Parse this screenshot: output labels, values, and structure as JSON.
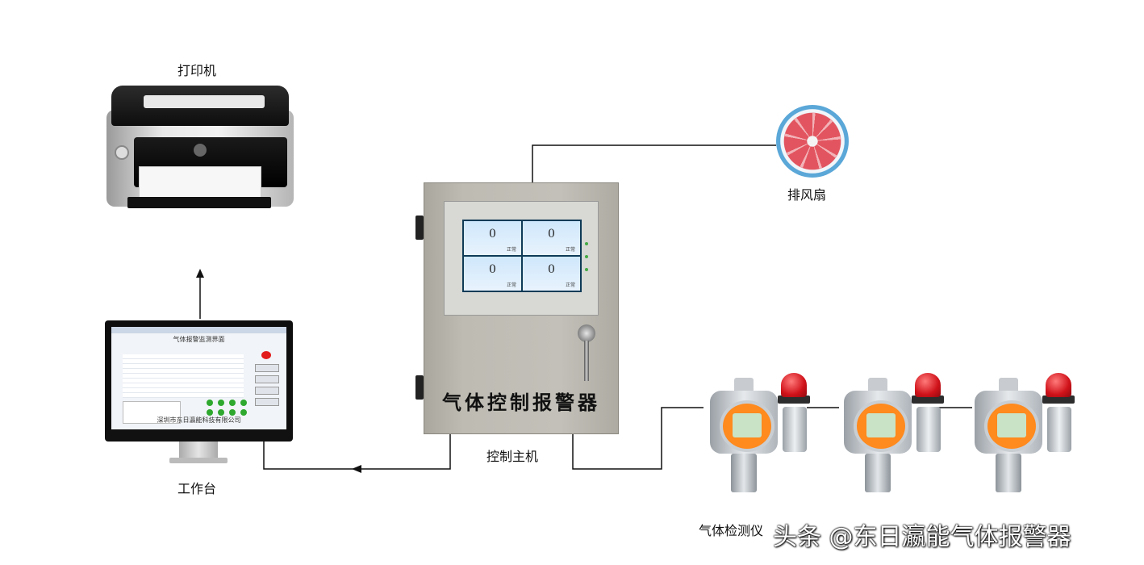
{
  "labels": {
    "printer": "打印机",
    "workstation": "工作台",
    "controller": "控制主机",
    "fan": "排风扇",
    "detector": "气体检测仪"
  },
  "cabinet": {
    "title": "气体控制报警器",
    "hmi_cells": [
      {
        "value": "0",
        "status": "正常"
      },
      {
        "value": "0",
        "status": "正常"
      },
      {
        "value": "0",
        "status": "正常"
      },
      {
        "value": "0",
        "status": "正常"
      }
    ]
  },
  "workstation_screen": {
    "title": "气体报警监测界面",
    "footer": "深圳市东日瀛能科技有限公司"
  },
  "watermark": "头条 @东日瀛能气体报警器",
  "colors": {
    "wire": "#111111",
    "cabinet": "#bdbbb2",
    "alarm_light": "#d0121a",
    "detector_window": "#ff8a1e",
    "fan_accent": "#5aa7d8"
  },
  "icons": [
    "printer-icon",
    "monitor-icon",
    "fan-icon",
    "gas-detector-icon",
    "alarm-light-icon"
  ]
}
